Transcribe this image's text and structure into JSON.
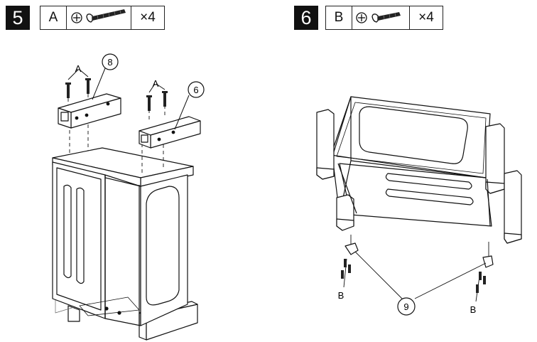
{
  "steps": [
    {
      "number": "5",
      "part_letter": "A",
      "quantity": "×4",
      "screw_icon": "long-screw-icon",
      "callouts": {
        "a1": "A",
        "a2": "A",
        "n8": "8",
        "n6": "6"
      }
    },
    {
      "number": "6",
      "part_letter": "B",
      "quantity": "×4",
      "screw_icon": "short-screw-icon",
      "callouts": {
        "b1": "B",
        "b2": "B",
        "n9": "9"
      }
    }
  ]
}
